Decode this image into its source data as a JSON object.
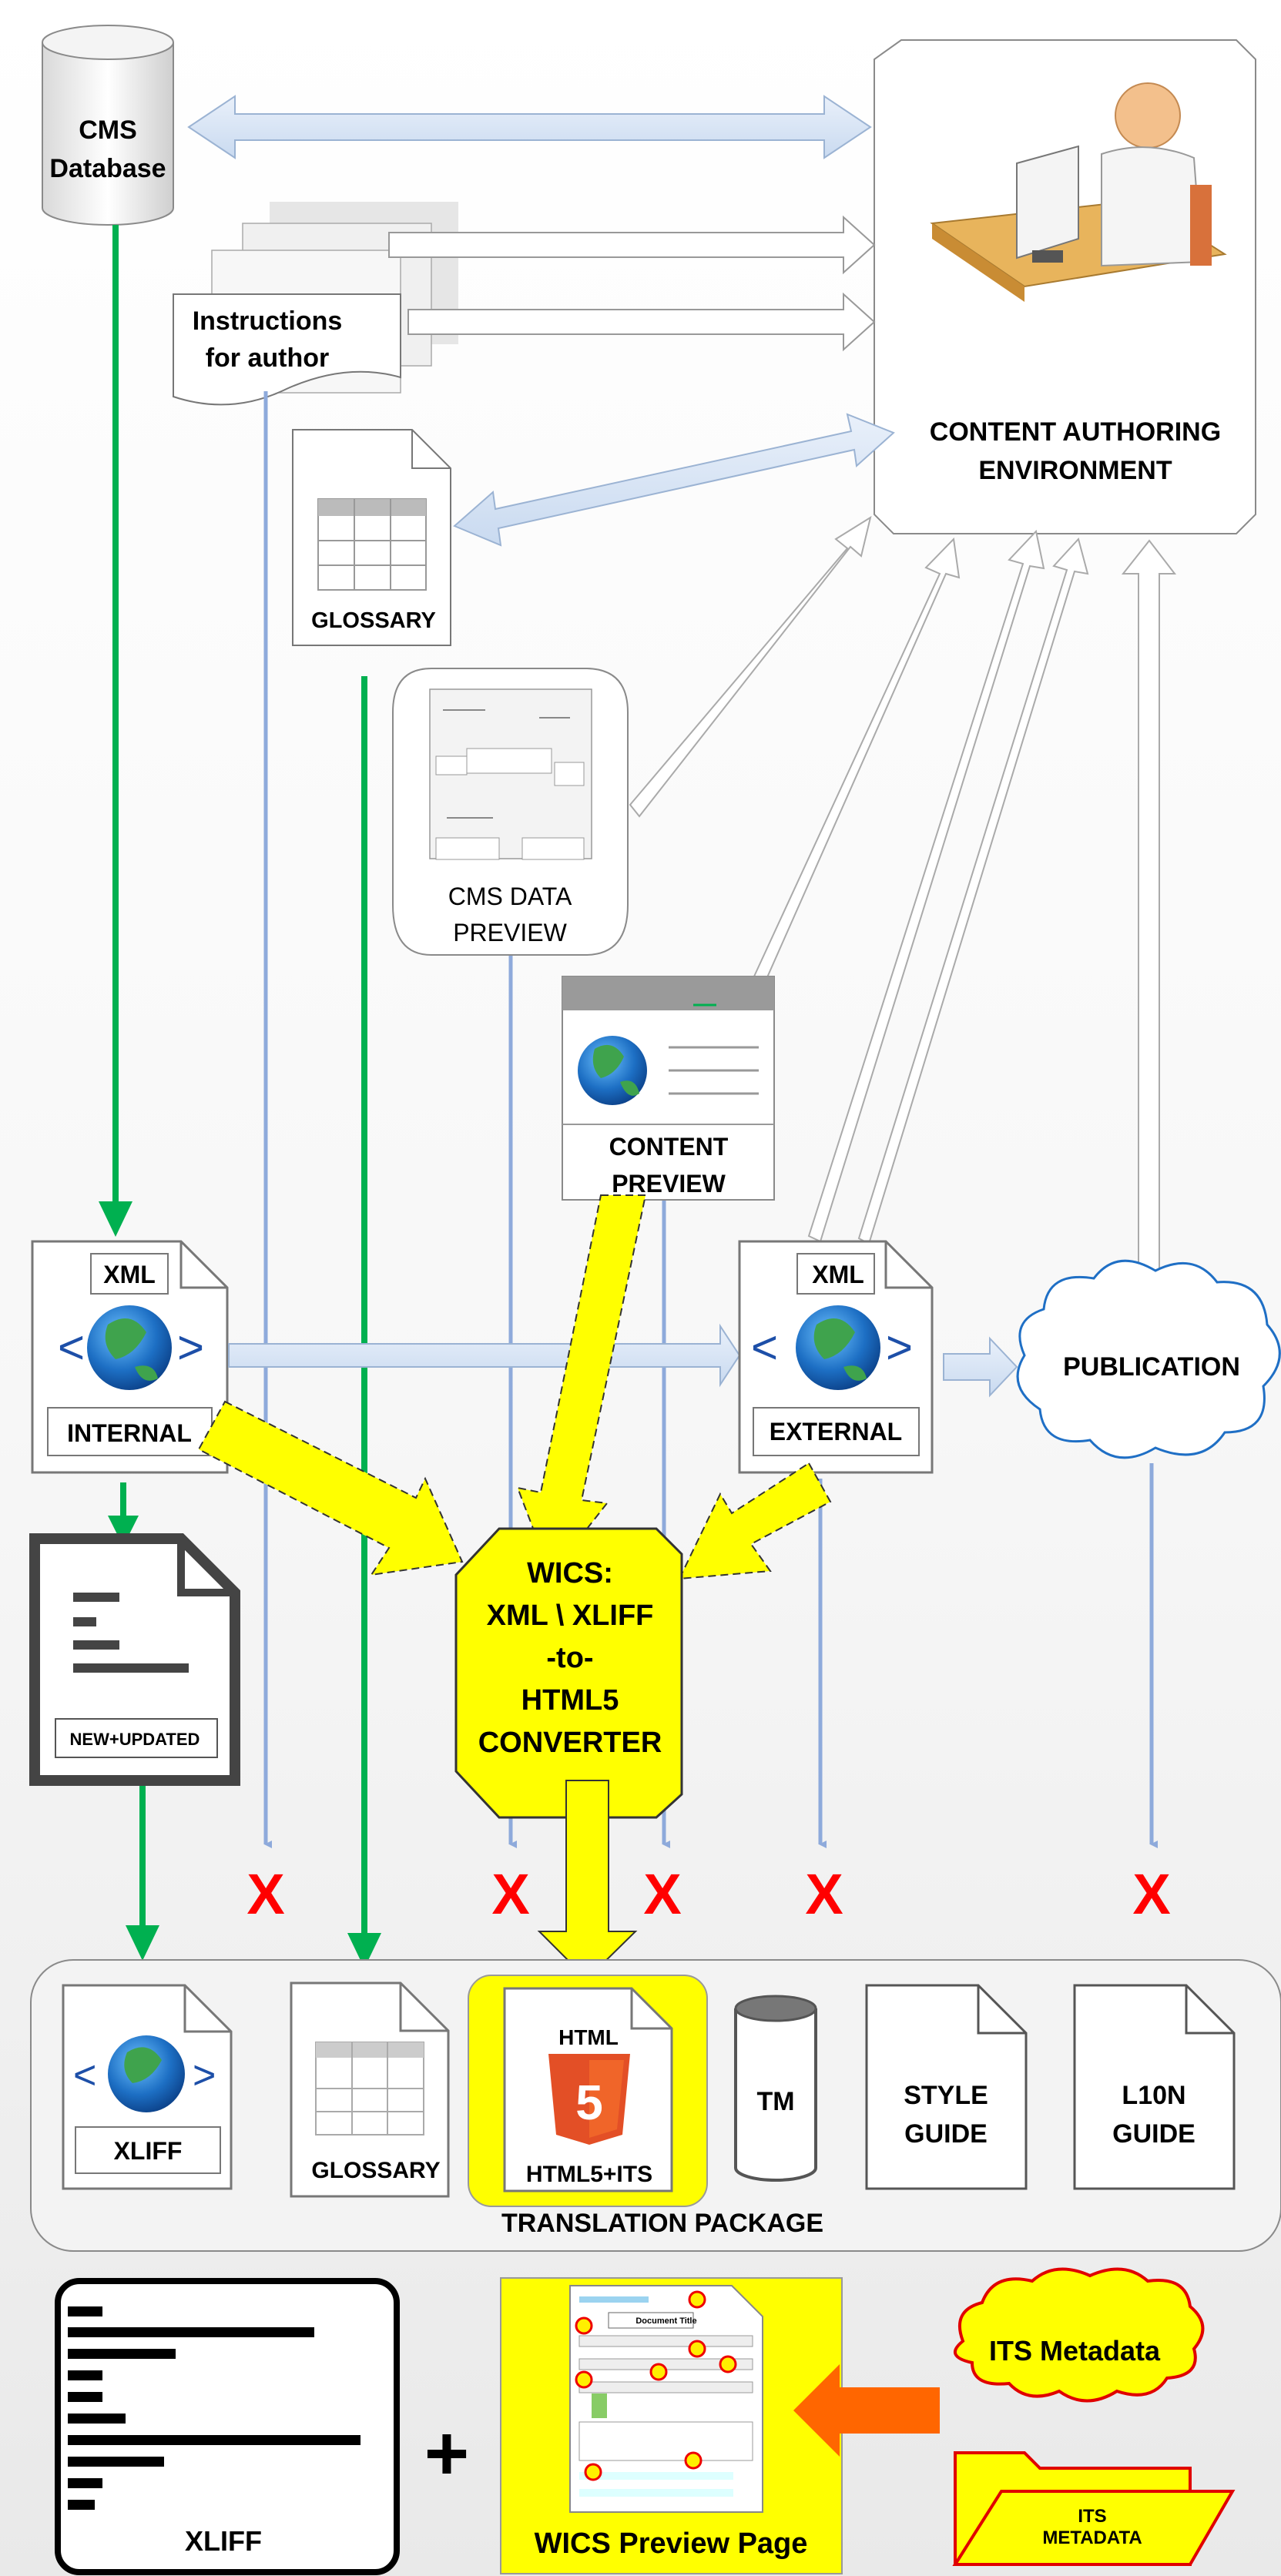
{
  "cms_database": {
    "line1": "CMS",
    "line2": "Database"
  },
  "instructions": {
    "line1": "Instructions",
    "line2": "for author"
  },
  "glossary_top": "GLOSSARY",
  "authoring_env": {
    "line1": "CONTENT AUTHORING",
    "line2": "ENVIRONMENT"
  },
  "cms_data_preview": {
    "line1": "CMS DATA",
    "line2": "PREVIEW"
  },
  "content_preview": {
    "line1": "CONTENT",
    "line2": "PREVIEW"
  },
  "xml_internal": {
    "tag": "XML",
    "label": "INTERNAL"
  },
  "xml_external": {
    "tag": "XML",
    "label": "EXTERNAL"
  },
  "publication": "PUBLICATION",
  "new_updated": "NEW+UPDATED",
  "converter": {
    "line1": "WICS:",
    "line2": "XML \\ XLIFF",
    "line3": "-to-",
    "line4": "HTML5",
    "line5": "CONVERTER"
  },
  "blocked_marker": "X",
  "package": {
    "title": "TRANSLATION PACKAGE",
    "xliff": "XLIFF",
    "glossary": "GLOSSARY",
    "html5_badge": "HTML",
    "html5_number": "5",
    "html5": "HTML5+ITS",
    "tm": "TM",
    "style_guide": {
      "line1": "STYLE",
      "line2": "GUIDE"
    },
    "l10n_guide": {
      "line1": "L10N",
      "line2": "GUIDE"
    }
  },
  "bottom": {
    "xliff": "XLIFF",
    "plus": "+",
    "wics_preview": "WICS Preview Page",
    "preview_doc_title": "Document Title",
    "its_metadata": "ITS Metadata",
    "its_folder": {
      "line1": "ITS",
      "line2": "METADATA"
    }
  },
  "colors": {
    "green": "#00b050",
    "blue_line": "#8eaadb",
    "yellow": "#ffff00",
    "red": "#ff0000",
    "orange": "#ff6600"
  }
}
